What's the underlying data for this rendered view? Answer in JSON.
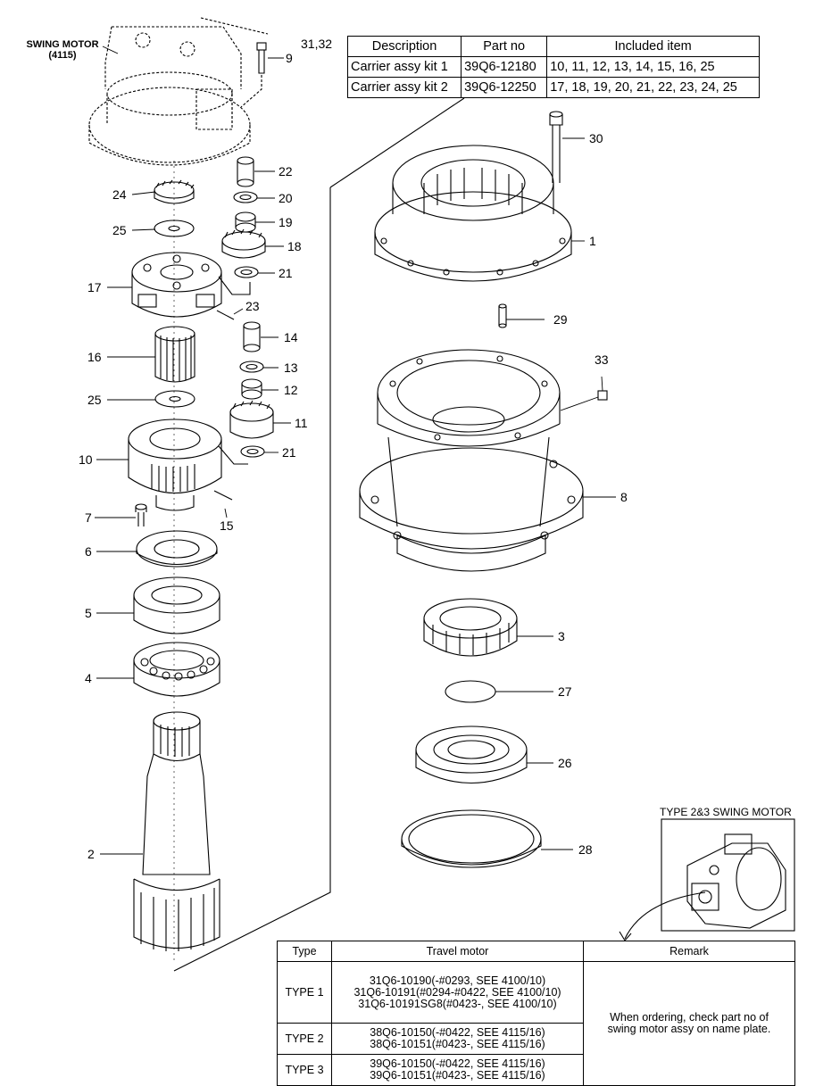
{
  "captions": {
    "swing_motor": "SWING MOTOR",
    "swing_motor_ref": "(4115)",
    "type23": "TYPE 2&3 SWING MOTOR"
  },
  "parts": {
    "p1": "1",
    "p2": "2",
    "p3": "3",
    "p4": "4",
    "p5": "5",
    "p6": "6",
    "p7": "7",
    "p8": "8",
    "p9": "9",
    "p10": "10",
    "p11": "11",
    "p12": "12",
    "p13": "13",
    "p14": "14",
    "p15": "15",
    "p16": "16",
    "p17": "17",
    "p18": "18",
    "p19": "19",
    "p20": "20",
    "p21a": "21",
    "p21b": "21",
    "p22": "22",
    "p23": "23",
    "p24": "24",
    "p25a": "25",
    "p25b": "25",
    "p26": "26",
    "p27": "27",
    "p28": "28",
    "p29": "29",
    "p30": "30",
    "p3132": "31,32",
    "p33": "33"
  },
  "kit_table": {
    "headers": [
      "Description",
      "Part no",
      "Included item"
    ],
    "rows": [
      [
        "Carrier assy kit 1",
        "39Q6-12180",
        "10, 11, 12, 13, 14, 15, 16, 25"
      ],
      [
        "Carrier assy kit 2",
        "39Q6-12250",
        "17, 18, 19, 20, 21, 22, 23, 24, 25"
      ]
    ]
  },
  "type_table": {
    "headers": [
      "Type",
      "Travel motor",
      "Remark"
    ],
    "rows": [
      {
        "type": "TYPE 1",
        "motor": [
          "31Q6-10190(-#0293, SEE 4100/10)",
          "31Q6-10191(#0294-#0422, SEE 4100/10)",
          "31Q6-10191SG8(#0423-, SEE 4100/10)"
        ]
      },
      {
        "type": "TYPE 2",
        "motor": [
          "38Q6-10150(-#0422, SEE 4115/16)",
          "38Q6-10151(#0423-, SEE 4115/16)"
        ]
      },
      {
        "type": "TYPE 3",
        "motor": [
          "39Q6-10150(-#0422, SEE 4115/16)",
          "39Q6-10151(#0423-, SEE 4115/16)"
        ]
      }
    ],
    "remark": [
      "When ordering, check part no of",
      "swing motor assy on name plate."
    ]
  }
}
